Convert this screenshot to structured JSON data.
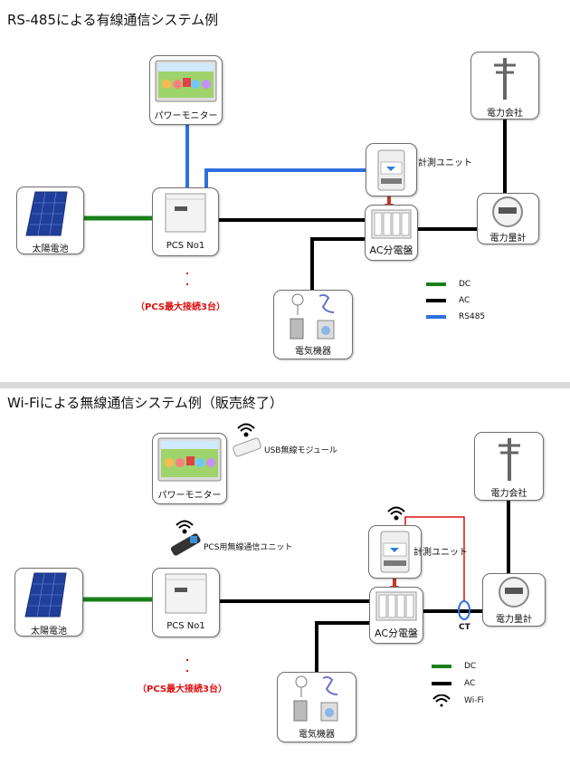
{
  "top": {
    "title": "RS-485による有線通信システム例",
    "power_monitor": "パワーモニター",
    "measure_unit": "計測ユニット",
    "solar": "太陽電池",
    "pcs": "PCS No1",
    "ac_panel": "AC分電盤",
    "power_company": "電力会社",
    "meter": "電力量計",
    "appliances": "電気機器",
    "pcs_max": "（PCS最大接続3台）",
    "legend": [
      {
        "label": "DC",
        "color": "#1a7f1a"
      },
      {
        "label": "AC",
        "color": "#000000"
      },
      {
        "label": "RS485",
        "color": "#2f6fe0"
      }
    ]
  },
  "bottom": {
    "title": "Wi-Fiによる無線通信システム例（販売終了）",
    "usb_module": "USB無線モジュール",
    "power_monitor": "パワーモニター",
    "pcs_wireless": "PCS用無線通信ユニット",
    "measure_unit": "計測ユニット",
    "solar": "太陽電池",
    "pcs": "PCS No1",
    "ac_panel": "AC分電盤",
    "ct": "CT",
    "power_company": "電力会社",
    "meter": "電力量計",
    "appliances": "電気機器",
    "pcs_max": "（PCS最大接続3台）",
    "legend": [
      {
        "label": "DC",
        "color": "#1a7f1a"
      },
      {
        "label": "AC",
        "color": "#000000"
      },
      {
        "label": "Wi-Fi",
        "icon": "wifi-icon"
      }
    ]
  }
}
